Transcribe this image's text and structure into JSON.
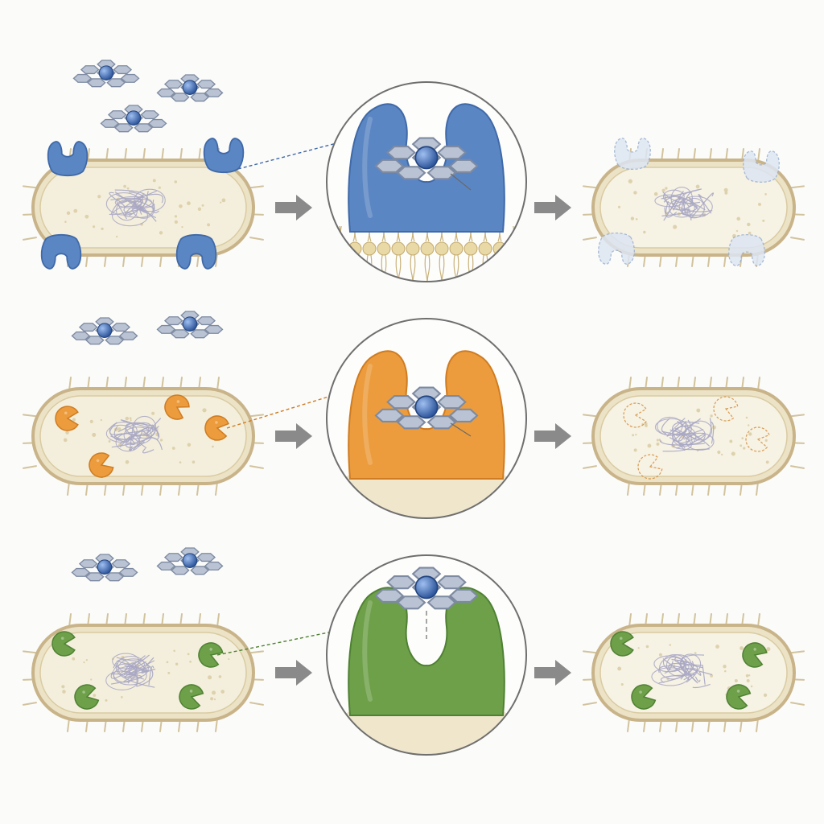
{
  "colors": {
    "background": "#fbfbf9",
    "cell_membrane": "#c9b48a",
    "cytoplasm": "#f4efdc",
    "porphyrin": "#b9c3d3",
    "porphyrin_edge": "#7d8aa1",
    "metal_center": "#3f67ad",
    "arrow": "#8a8a8a",
    "nucleoid": "#a9a7c4"
  },
  "icons": {
    "small_molecule": "porphyrin-metal-complex-icon",
    "flow": "arrow-right-icon",
    "zoom": "magnified-view-circle",
    "genome": "nucleoid-tangle"
  },
  "rows": [
    {
      "id": "row-1",
      "protein_color": "#5b86c4",
      "protein_dark": "#3f69a8",
      "protein_location": "membrane",
      "binding": "bound"
    },
    {
      "id": "row-2",
      "protein_color": "#ec9c3c",
      "protein_dark": "#cf7c22",
      "protein_location": "cytoplasm",
      "binding": "bound"
    },
    {
      "id": "row-3",
      "protein_color": "#6ea04a",
      "protein_dark": "#4f8133",
      "protein_location": "cytoplasm",
      "binding": "unbound"
    }
  ]
}
